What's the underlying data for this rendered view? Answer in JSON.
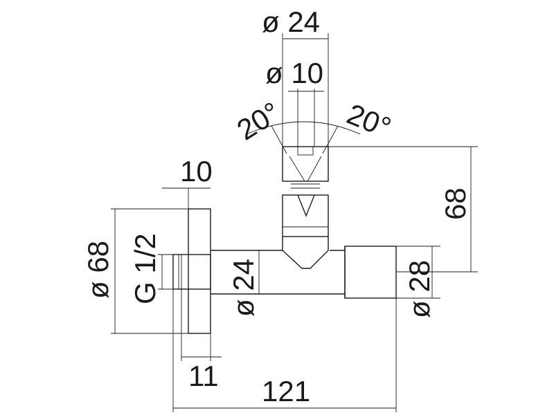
{
  "dimensions": {
    "top_outer_dia": "ø 24",
    "top_inner_dia": "ø 10",
    "angle_left": "20°",
    "angle_right": "20°",
    "height": "68",
    "flange_thickness": "10",
    "flange_dia": "ø 68",
    "thread": "G 1/2",
    "body_dia": "ø 24",
    "outlet_dia": "ø 28",
    "thread_length": "11",
    "total_length": "121"
  }
}
